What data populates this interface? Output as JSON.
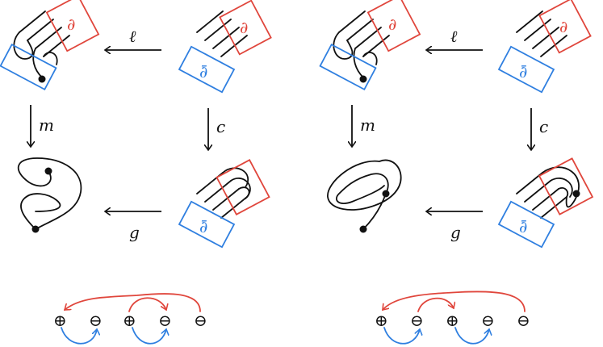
{
  "colors": {
    "ink": "#111111",
    "red": "#e0463c",
    "blue": "#2f7fe0"
  },
  "arrows": {
    "top": "ℓ",
    "left": "m",
    "right": "c",
    "bottom": "g"
  },
  "boxes": {
    "red": "∂",
    "blue": "∂̄"
  },
  "signs": {
    "left": [
      "⊕",
      "⊖",
      "⊕",
      "⊖",
      "⊖"
    ],
    "right": [
      "⊕",
      "⊖",
      "⊕",
      "⊖",
      "⊖"
    ]
  }
}
